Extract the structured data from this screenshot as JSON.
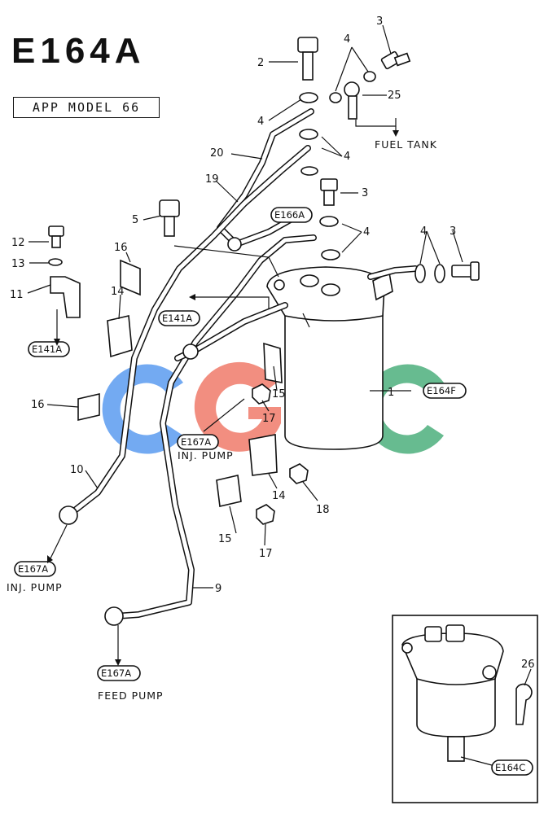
{
  "title": "E164A",
  "model_box": "APP MODEL 66",
  "part_numbers": {
    "p2": "2",
    "p3a": "3",
    "p3b": "3",
    "p3c": "3",
    "p4a": "4",
    "p4b": "4",
    "p4c": "4",
    "p4d": "4",
    "p4e": "4",
    "p25": "25",
    "p20": "20",
    "p19": "19",
    "p5": "5",
    "p12": "12",
    "p13": "13",
    "p11": "11",
    "p16a": "16",
    "p16b": "16",
    "p14a": "14",
    "p14b": "14",
    "p15a": "15",
    "p15b": "15",
    "p17a": "17",
    "p17b": "17",
    "p18": "18",
    "p1": "1",
    "p10": "10",
    "p9": "9",
    "p26": "26"
  },
  "references": {
    "r_e166a": "E166A",
    "r_e141a_top": "E141A",
    "r_e141a_left": "E141A",
    "r_e164f": "E164F",
    "r_e167a_mid": "E167A",
    "r_e167a_left": "E167A",
    "r_e167a_bottom": "E167A",
    "r_e164c": "E164C"
  },
  "notes": {
    "fuel_tank": "FUEL TANK",
    "inj_pump_mid": "INJ. PUMP",
    "inj_pump_left": "INJ. PUMP",
    "feed_pump": "FEED PUMP"
  },
  "watermark": {
    "letters": "CGSC",
    "colors": [
      "#5b9bf0",
      "#f07a6a",
      "#f5d35b",
      "#4caf7d"
    ]
  }
}
